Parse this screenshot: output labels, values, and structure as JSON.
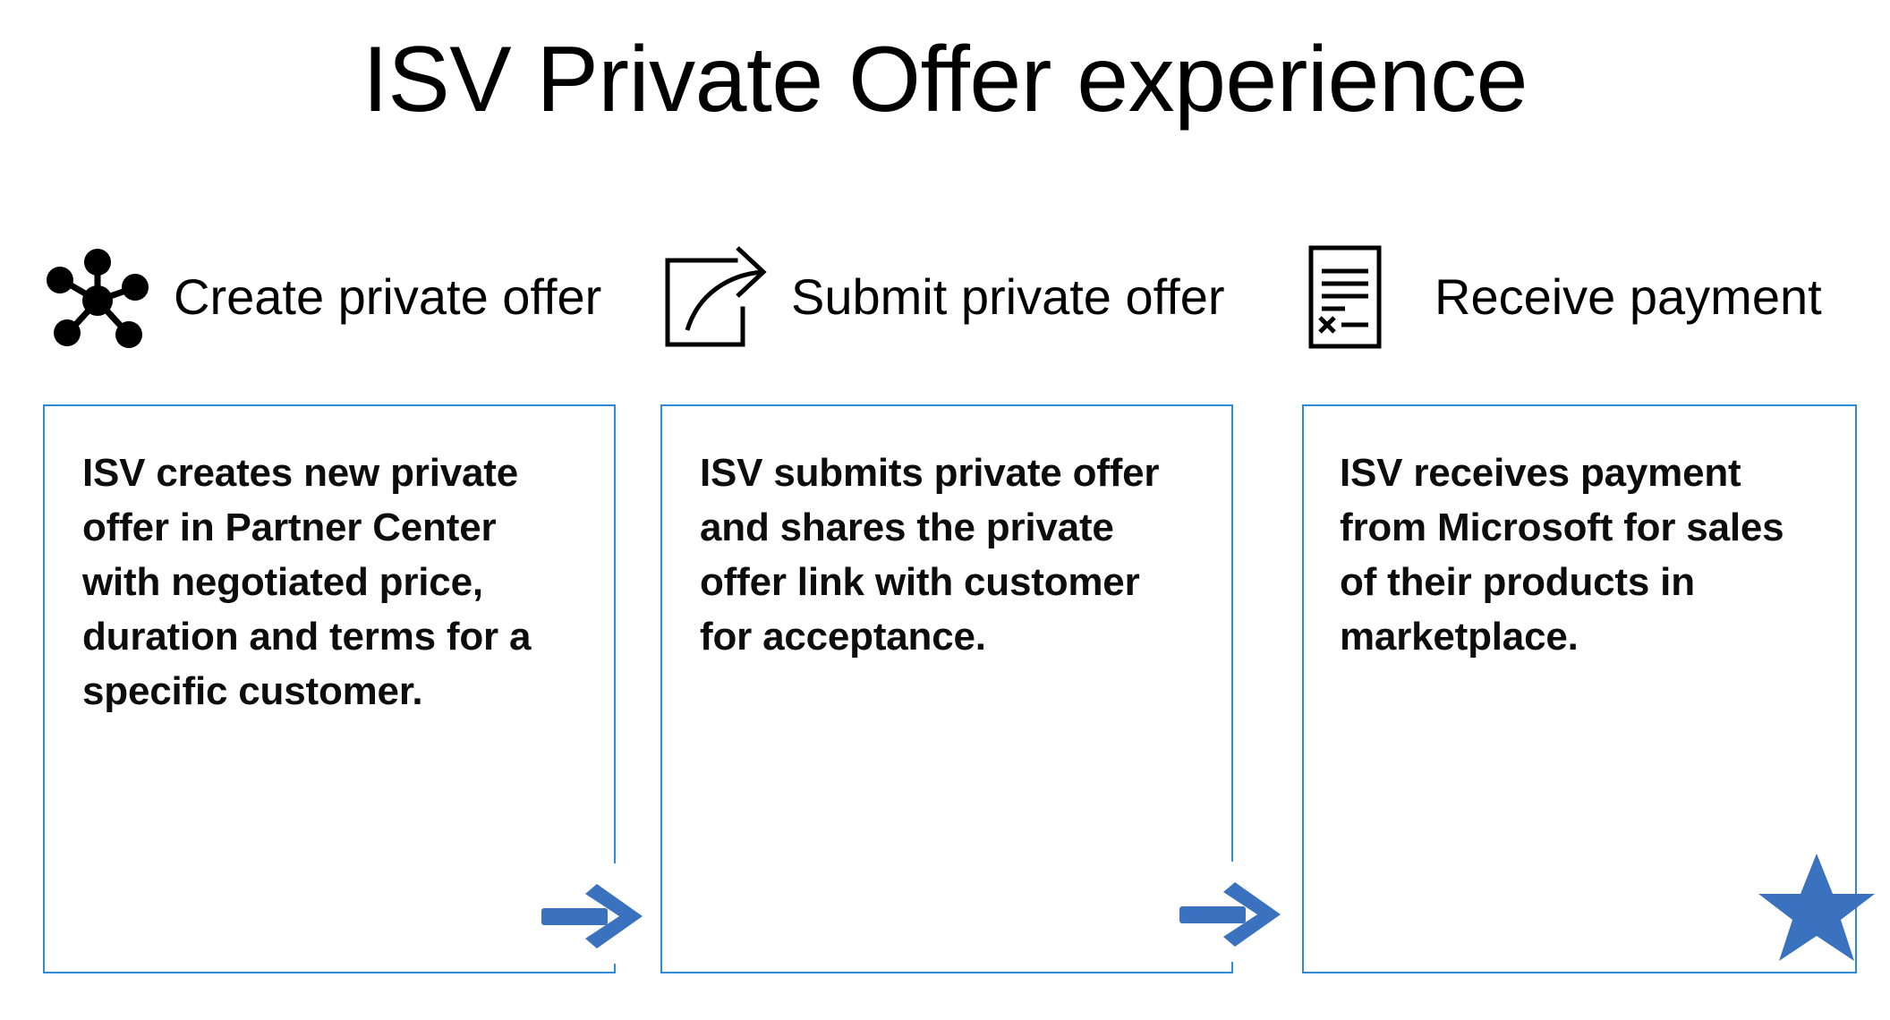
{
  "slide": {
    "title": "ISV Private Offer experience",
    "background_color": "#ffffff",
    "accent_color": "#3b72bf",
    "card_border_color": "#2e8bda"
  },
  "steps": [
    {
      "index": 1,
      "icon": "hub-network-icon",
      "heading": "Create private offer",
      "body": "ISV creates new private offer in Partner Center with negotiated price, duration and terms for a specific customer."
    },
    {
      "index": 2,
      "icon": "share-external-link-icon",
      "heading": "Submit private offer",
      "body": "ISV submits private offer and shares the private offer link with customer for acceptance."
    },
    {
      "index": 3,
      "icon": "invoice-document-icon",
      "heading": "Receive payment",
      "body": "ISV receives payment from Microsoft for sales of their products in marketplace."
    }
  ],
  "connectors": [
    {
      "name": "arrow-step1-to-step2",
      "icon": "arrow-right-icon",
      "color": "#3b72bf"
    },
    {
      "name": "arrow-step2-to-step3",
      "icon": "arrow-right-icon",
      "color": "#3b72bf"
    }
  ],
  "finish": {
    "icon": "star-icon",
    "color": "#3b72bf"
  }
}
